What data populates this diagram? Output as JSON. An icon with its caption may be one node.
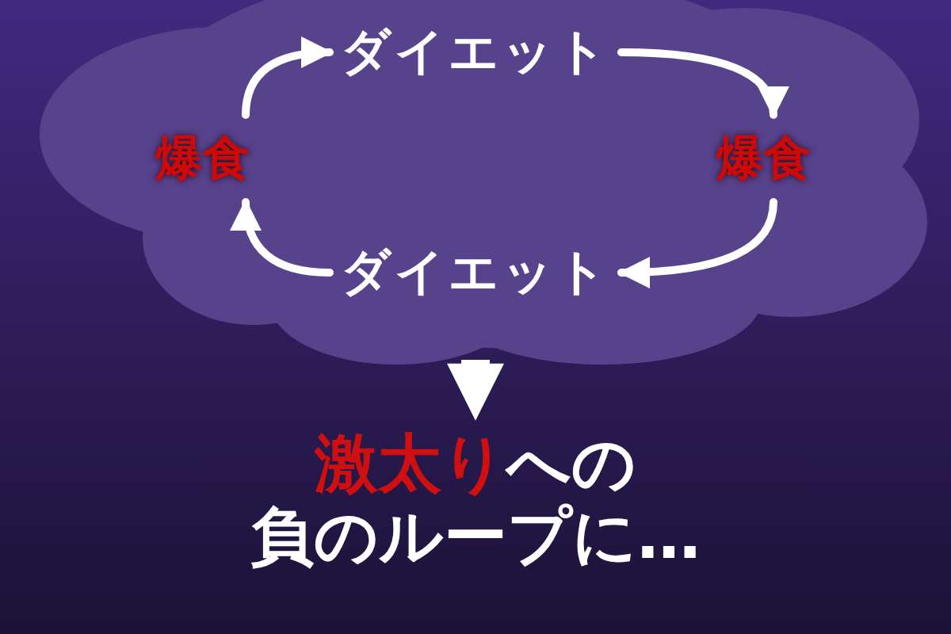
{
  "diagram": {
    "nodes": [
      {
        "text": [],
        "shape": "cloud"
      },
      {
        "text": [
          "ダイエット"
        ],
        "in": 0
      },
      {
        "text": [
          "爆食"
        ],
        "in": 0
      },
      {
        "text": [
          "ダイエット"
        ],
        "in": 0
      },
      {
        "text": [
          "爆食"
        ],
        "in": 0
      },
      {
        "text": [
          "**激太り**への",
          "負のループに…"
        ]
      }
    ],
    "edges": [
      {
        "from": 4,
        "to": 1,
        "arrow": "to"
      },
      {
        "from": 1,
        "to": 2,
        "arrow": "to"
      },
      {
        "from": 2,
        "to": 3,
        "arrow": "to"
      },
      {
        "from": 3,
        "to": 4,
        "arrow": "to"
      },
      {
        "from": 0,
        "to": 5,
        "arrow": "to",
        "style": "thick"
      }
    ]
  }
}
